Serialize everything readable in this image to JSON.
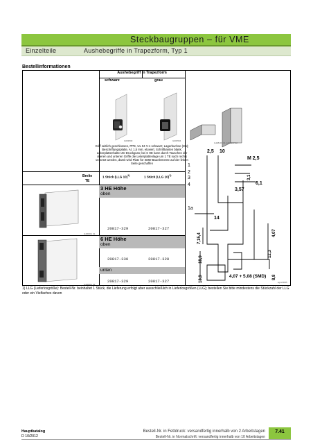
{
  "header": {
    "title": "Steckbaugruppen – für VME",
    "category": "Einzelteile",
    "product": "Aushebegriffe in Trapezform, Typ 1"
  },
  "section": {
    "heading": "Bestellinformationen"
  },
  "table": {
    "column_heading": "Aushebegriff in Trapezform",
    "variant_black": "schwarz",
    "variant_grey": "grau",
    "img_code_black": "G003500",
    "img_code_grey": "G003504",
    "description": "Griff seitlich geschlossen, PPE, UL 94 V-1 schwarz; Lagerbuchse (Ms); Beschriftungsplatte, Al, 1,5 mm, eloxiert, Schriftkanten blank; Leiterplattenhalter Zn-Druckguss; bei 6 HE kann durch Tauschen der oberen und unteren Griffe die Leiterplattenlage um 1 TE nach rechts versetzt werden, damit wird Platz für SMD-Bauelemente auf der linken Seite geschaffen",
    "width_label": "Breite",
    "width_unit": "TE",
    "pack_black": "1 Stück (LLG 10)",
    "pack_grey": "1 Stück (LLG 10)",
    "pack_footnote_mark": "1)",
    "img_code_3he": "G400011 01",
    "img_code_6he": "G400011 02",
    "img_code_drawing": "kgxx/0055",
    "img_code_drawing_top": "G408197 01   G408197 02",
    "rows": [
      {
        "height": "3 HE Höhe",
        "position": "oben",
        "code_black": "20817-329",
        "code_grey": "20817-327"
      },
      {
        "height": "6 HE Höhe",
        "position": "oben",
        "code_black": "20817-330",
        "code_grey": "20817-328"
      },
      {
        "height": "",
        "position": "unten",
        "code_black": "20817-329",
        "code_grey": "20817-327"
      }
    ]
  },
  "drawing": {
    "dims": [
      "2,5",
      "10",
      "M 2,5",
      "3,1",
      "6,1",
      "3,57",
      "14",
      "7,15,4",
      "4,07",
      "12,3",
      "18,9",
      "18,9",
      "4,07 + 5,08 (SMD)",
      "8,8"
    ],
    "callouts": [
      "1",
      "2",
      "3",
      "4",
      "1a"
    ]
  },
  "footnote": "1) LLG (Lieferlosgröße): Bestell-Nr. beinhaltet 1 Stück, die Lieferung erfolgt aber ausschließlich in Lieferlosgrößen (LLG); bestellen Sie bitte mindestens die Stückzahl der LLG oder ein Vielfaches davon",
  "footer": {
    "catalog": "Hauptkatalog",
    "edition": "D  10/2012",
    "note_bold": "Bestell-Nr. in Fettdruck: versandfertig innerhalb von 2 Arbeitstagen",
    "note_normal": "Bestell-Nr. in Normalschrift: versandfertig innerhalb von 10 Arbeitstagen",
    "page": "7.41"
  },
  "colors": {
    "accent": "#8cc63f",
    "accent_light": "#dde8ce",
    "cell_grey": "#b9b9b9"
  }
}
